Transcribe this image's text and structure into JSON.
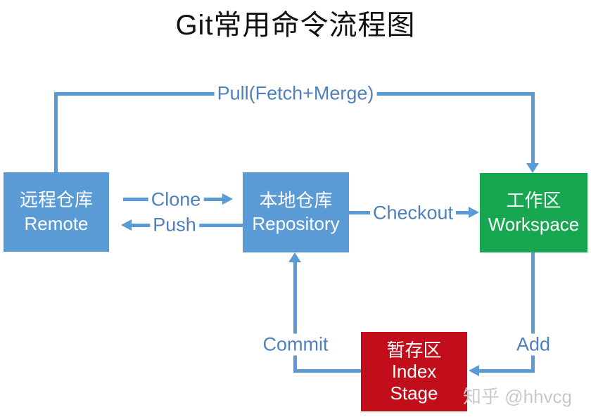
{
  "title": "Git常用命令流程图",
  "watermark": "知乎 @hhvcg",
  "colors": {
    "node_blue": "#5B9BD5",
    "node_green": "#17A750",
    "node_red": "#C20E1A",
    "line_blue": "#5B9BD5",
    "label_blue": "#4F81BD",
    "watermark_gray": "#C9C9C9",
    "title_black": "#111111"
  },
  "nodes": {
    "remote": {
      "zh": "远程仓库",
      "en": "Remote"
    },
    "repository": {
      "zh": "本地仓库",
      "en": "Repository"
    },
    "workspace": {
      "zh": "工作区",
      "en": "Workspace"
    },
    "index": {
      "zh": "暂存区",
      "en": "Index",
      "en2": "Stage"
    }
  },
  "edges": {
    "pull": "Pull(Fetch+Merge)",
    "clone": "Clone",
    "push": "Push",
    "checkout": "Checkout",
    "commit": "Commit",
    "add": "Add"
  }
}
